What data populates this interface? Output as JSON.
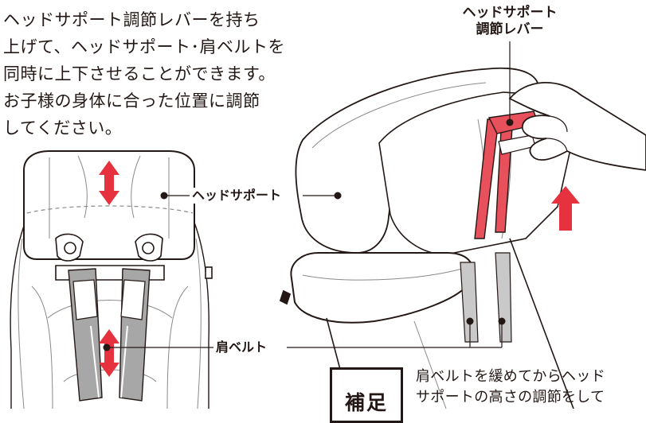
{
  "instructions": {
    "lines": [
      "ヘッドサポート調節レバーを持ち",
      "上げて、ヘッドサポート･肩ベルトを",
      "同時に上下させることができます。",
      "お子様の身体に合った位置に調節",
      "してください。"
    ]
  },
  "labels": {
    "lever": [
      "ヘッドサポート",
      "調節レバー"
    ],
    "headrest": "ヘッドサポート",
    "shoulder_belt": "肩ベルト"
  },
  "note": {
    "tag": "補足",
    "lines": [
      "肩ベルトを緩めてからヘッド",
      "サポートの高さの調節をして"
    ]
  },
  "colors": {
    "outline": "#231815",
    "accent_red": "#e5323e",
    "belt_gray": "#a7a7a7",
    "belt_light": "#c9c9c9",
    "lever_pink": "#e8505b"
  }
}
